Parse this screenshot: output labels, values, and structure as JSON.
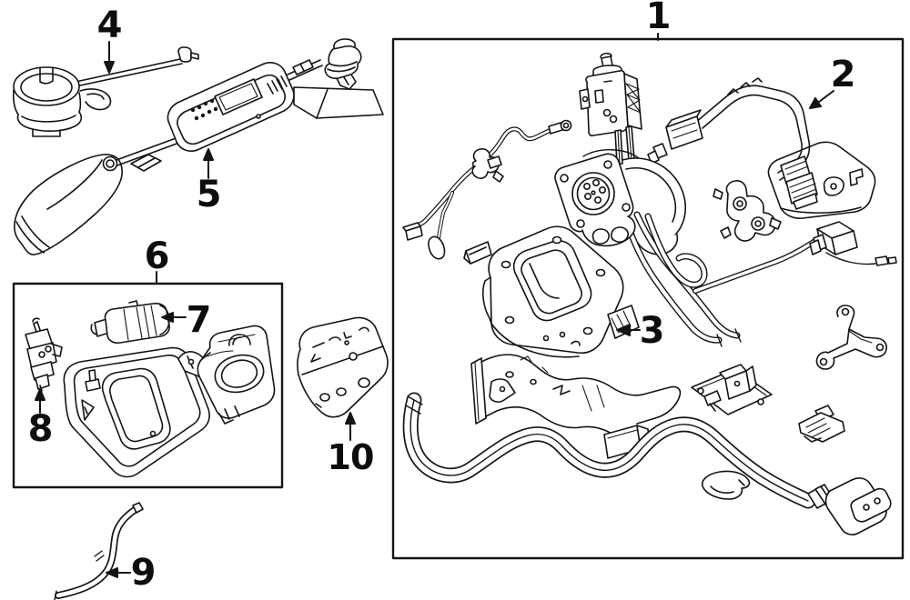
{
  "colors": {
    "background": "#ffffff",
    "line": "#141414"
  },
  "callouts": [
    {
      "label": "1"
    },
    {
      "label": "2"
    },
    {
      "label": "3"
    },
    {
      "label": "4"
    },
    {
      "label": "5"
    },
    {
      "label": "6"
    },
    {
      "label": "7"
    },
    {
      "label": "8"
    },
    {
      "label": "9"
    },
    {
      "label": "10"
    }
  ]
}
